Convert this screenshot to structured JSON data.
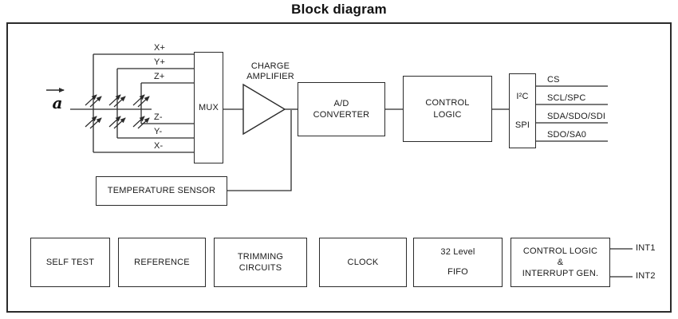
{
  "colors": {
    "line": "#2b2b2b",
    "background": "#ffffff",
    "text": "#1a1a1a"
  },
  "title": "Block diagram",
  "sensor": {
    "acceleration_label": "a",
    "inputs": [
      "X+",
      "Y+",
      "Z+",
      "Z-",
      "Y-",
      "X-"
    ]
  },
  "blocks": {
    "mux": {
      "label": "MUX"
    },
    "charge_amplifier": {
      "line1": "CHARGE",
      "line2": "AMPLIFIER"
    },
    "adc": {
      "line1": "A/D",
      "line2": "CONVERTER"
    },
    "control_logic": {
      "line1": "CONTROL",
      "line2": "LOGIC"
    },
    "digital_interface": {
      "top": "I²C",
      "bottom": "SPI"
    },
    "temperature_sensor": {
      "label": "TEMPERATURE SENSOR"
    }
  },
  "interface_pins": [
    "CS",
    "SCL/SPC",
    "SDA/SDO/SDI",
    "SDO/SA0"
  ],
  "bottom_blocks": [
    {
      "lines": [
        "SELF TEST"
      ]
    },
    {
      "lines": [
        "REFERENCE"
      ]
    },
    {
      "lines": [
        "TRIMMING",
        "CIRCUITS"
      ]
    },
    {
      "lines": [
        "CLOCK"
      ]
    },
    {
      "lines": [
        "32 Level",
        "FIFO"
      ]
    },
    {
      "lines": [
        "CONTROL LOGIC",
        "&",
        "INTERRUPT GEN."
      ]
    }
  ],
  "interrupt_pins": [
    "INT1",
    "INT2"
  ]
}
